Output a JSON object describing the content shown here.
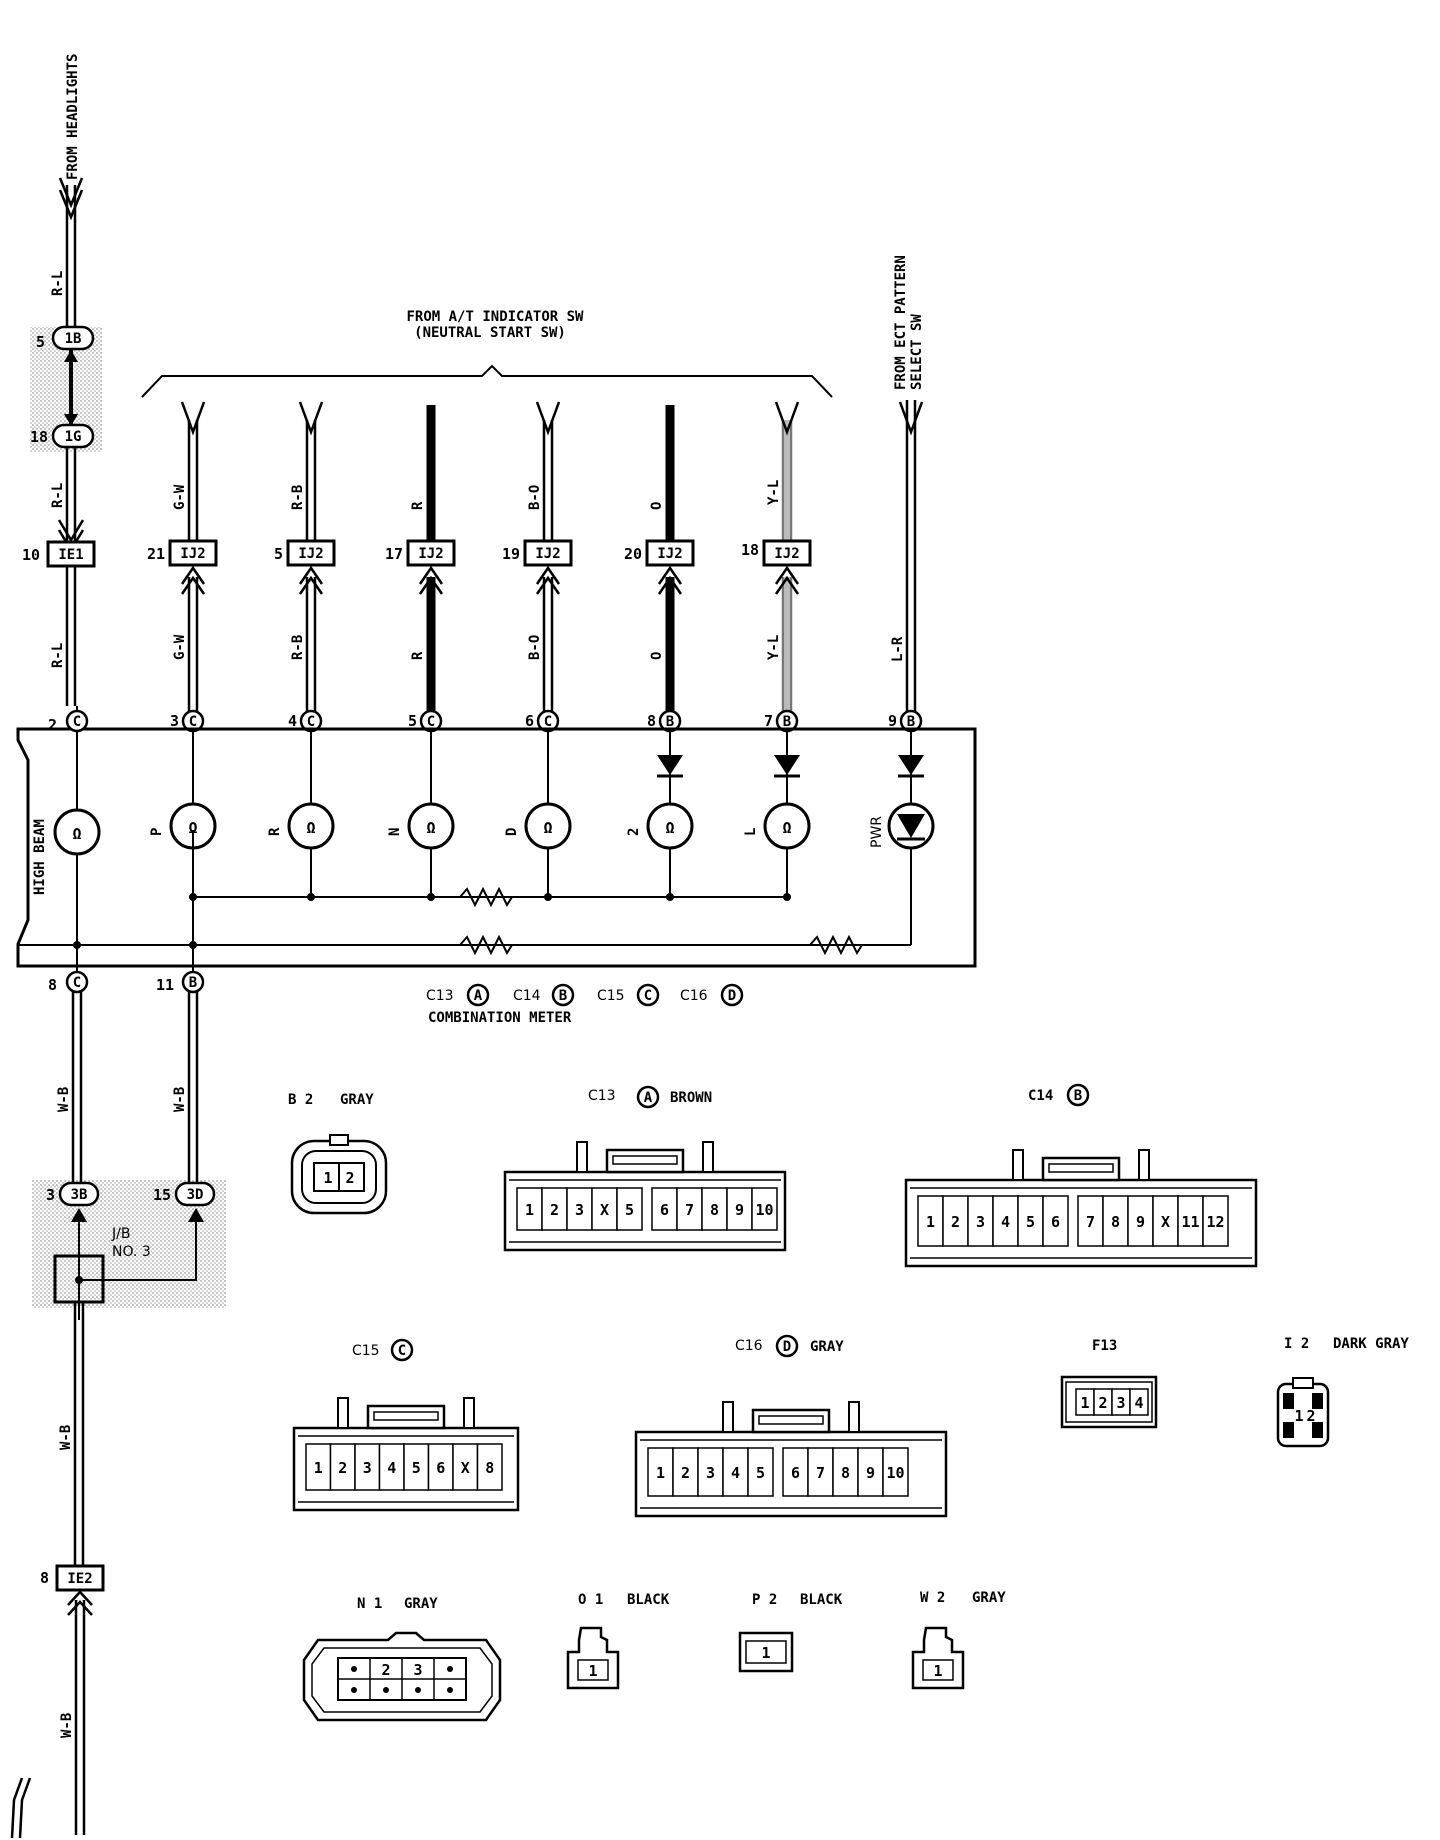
{
  "top": {
    "from_headlights": "FROM HEADLIGHTS",
    "from_at_1": "FROM A/T INDICATOR SW",
    "from_at_2": "(NEUTRAL START SW)",
    "from_ect_1": "FROM ECT PATTERN",
    "from_ect_2": "SELECT SW"
  },
  "left": {
    "wire_rl": "R-L",
    "j1_pin": "5",
    "j1_id": "1B",
    "j2_pin": "18",
    "j2_id": "1G",
    "ie1_pin": "10",
    "ie1_id": "IE1",
    "wire_wb": "W-B",
    "jb3b_pin": "3",
    "jb3b_id": "3B",
    "jb3d_pin": "15",
    "jb3d_id": "3D",
    "jb_label_1": "J/B",
    "jb_label_2": "NO. 3",
    "ie2_pin": "8",
    "ie2_id": "IE2"
  },
  "ij2_label": "IJ2",
  "columns": [
    {
      "ij_pin": "21",
      "wire": "G-W",
      "meter_pin": "3",
      "meter_conn": "C",
      "lamp": "P"
    },
    {
      "ij_pin": "5",
      "wire": "R-B",
      "meter_pin": "4",
      "meter_conn": "C",
      "lamp": "R"
    },
    {
      "ij_pin": "17",
      "wire": "R",
      "meter_pin": "5",
      "meter_conn": "C",
      "lamp": "N"
    },
    {
      "ij_pin": "19",
      "wire": "B-O",
      "meter_pin": "6",
      "meter_conn": "C",
      "lamp": "D"
    },
    {
      "ij_pin": "20",
      "wire": "O",
      "meter_pin": "8",
      "meter_conn": "B",
      "lamp": "2"
    },
    {
      "ij_pin": "18",
      "wire": "Y-L",
      "meter_pin": "7",
      "meter_conn": "B",
      "lamp": "L"
    }
  ],
  "pwr": {
    "wire": "L-R",
    "meter_pin": "9",
    "meter_conn": "B",
    "lamp": "PWR"
  },
  "meter": {
    "high_beam": "HIGH BEAM",
    "hb_pin_top": "2",
    "hb_conn_top": "C",
    "bottom_pin_1": "8",
    "bottom_conn_1": "C",
    "bottom_pin_2": "11",
    "bottom_conn_2": "B",
    "caption_c13": "C13",
    "caption_c13_letter": "A",
    "caption_c14": "C14",
    "caption_c14_letter": "B",
    "caption_c15": "C15",
    "caption_c15_letter": "C",
    "caption_c16": "C16",
    "caption_c16_letter": "D",
    "caption_name": "COMBINATION METER"
  },
  "connectors": {
    "b2": {
      "name": "B 2",
      "color": "GRAY",
      "pins": [
        "1",
        "2"
      ]
    },
    "c13": {
      "name": "C13",
      "letter": "A",
      "color": "BROWN",
      "pins": [
        "1",
        "2",
        "3",
        "X",
        "5",
        "6",
        "7",
        "8",
        "9",
        "10"
      ]
    },
    "c14": {
      "name": "C14",
      "letter": "B",
      "pins": [
        "1",
        "2",
        "3",
        "4",
        "5",
        "6",
        "7",
        "8",
        "9",
        "X",
        "11",
        "12"
      ]
    },
    "c15": {
      "name": "C15",
      "letter": "C",
      "pins": [
        "1",
        "2",
        "3",
        "4",
        "5",
        "6",
        "X",
        "8"
      ]
    },
    "c16": {
      "name": "C16",
      "letter": "D",
      "color": "GRAY",
      "pins": [
        "1",
        "2",
        "3",
        "4",
        "5",
        "6",
        "7",
        "8",
        "9",
        "10"
      ]
    },
    "f13": {
      "name": "F13",
      "pins": [
        "1",
        "2",
        "3",
        "4"
      ]
    },
    "i2": {
      "name": "I 2",
      "color": "DARK GRAY",
      "pins": [
        "1",
        "2"
      ]
    },
    "n1": {
      "name": "N 1",
      "color": "GRAY",
      "pins": [
        "2",
        "3"
      ]
    },
    "o1": {
      "name": "O 1",
      "color": "BLACK",
      "pins": [
        "1"
      ]
    },
    "p2": {
      "name": "P 2",
      "color": "BLACK",
      "pins": [
        "1"
      ]
    },
    "w2": {
      "name": "W 2",
      "color": "GRAY",
      "pins": [
        "1"
      ]
    }
  }
}
